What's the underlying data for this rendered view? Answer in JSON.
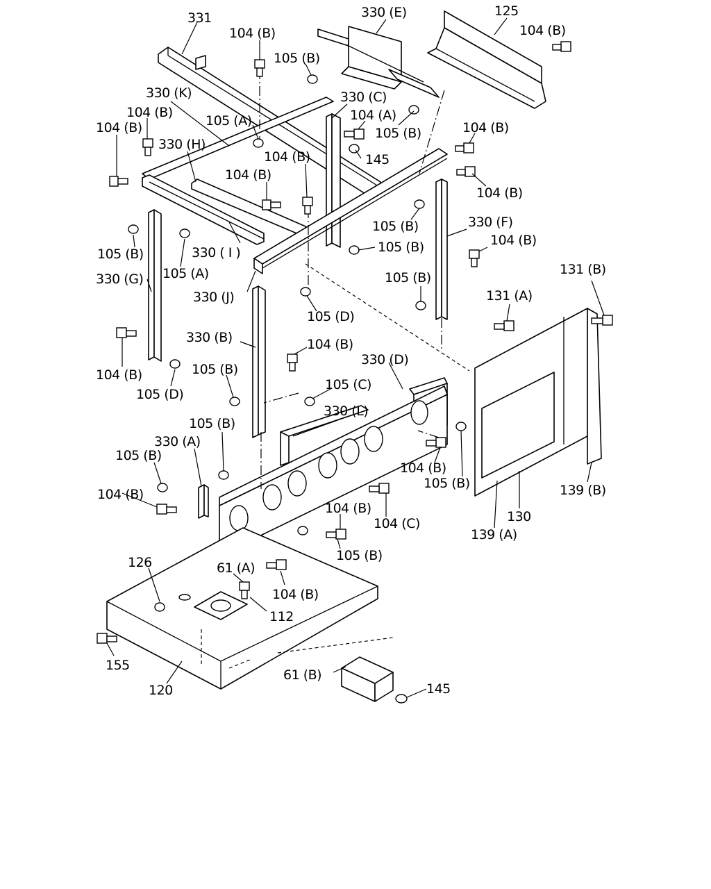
{
  "labels": {
    "p331": "331",
    "p330E": "330 (E)",
    "p125": "125",
    "b104_top1": "104 (B)",
    "b104_top2": "104 (B)",
    "n105_top": "105 (B)",
    "p330K": "330 (K)",
    "p330C": "330 (C)",
    "b104_a1": "104 (B)",
    "b104_a2": "104 (B)",
    "n105A_1": "105 (A)",
    "b104A": "104 (A)",
    "n105B_2": "105 (B)",
    "b104_r1": "104 (B)",
    "p330H": "330 (H)",
    "p145a": "145",
    "b104_m1": "104 (B)",
    "b104_m2": "104 (B)",
    "b104_r2": "104 (B)",
    "n105B_3": "105 (B)",
    "p330F": "330 (F)",
    "n105B_4": "105 (B)",
    "p330I": "330 ( I )",
    "n105B_5": "105 (B)",
    "b104_r3": "104 (B)",
    "n105A_2": "105 (A)",
    "p330G": "330 (G)",
    "p330J": "330 (J)",
    "n105D_1": "105 (D)",
    "n105B_6": "105 (B)",
    "p131B": "131 (B)",
    "p131A": "131 (A)",
    "p330B": "330 (B)",
    "b104_m3": "104 (B)",
    "p330D": "330 (D)",
    "b104_l1": "104 (B)",
    "n105D_2": "105 (D)",
    "n105B_7": "105 (B)",
    "n105C": "105 (C)",
    "p330L": "330 (L)",
    "n105B_8": "105 (B)",
    "p330A": "330 (A)",
    "n105B_9": "105 (B)",
    "b104_m4": "104 (B)",
    "n105B_10": "105 (B)",
    "p139B": "139 (B)",
    "b104_l2": "104 (B)",
    "b104_m5": "104 (B)",
    "b104C": "104 (C)",
    "p130": "130",
    "p139A": "139 (A)",
    "n105B_11": "105 (B)",
    "p126": "126",
    "p61A": "61 (A)",
    "b104_m6": "104 (B)",
    "p112": "112",
    "p155": "155",
    "p61B": "61 (B)",
    "p145b": "145",
    "p120": "120"
  }
}
